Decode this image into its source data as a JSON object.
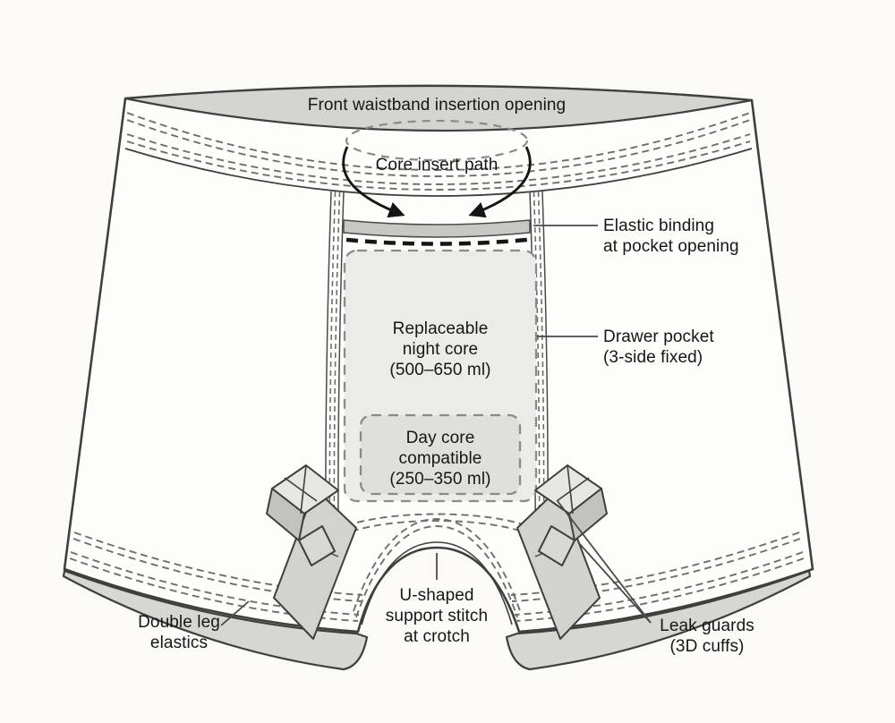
{
  "diagram_title": "Pocketed absorbent boxer-brief construction diagram",
  "labels": {
    "waistband_opening": "Front waistband insertion opening",
    "core_insert_path": "Core insert path",
    "elastic_binding": {
      "line1": "Elastic binding",
      "line2": "at pocket opening"
    },
    "night_core": {
      "line1": "Replaceable",
      "line2": "night core",
      "line3": "(500–650 ml)"
    },
    "drawer_pocket": {
      "line1": "Drawer pocket",
      "line2": "(3-side fixed)"
    },
    "day_core": {
      "line1": "Day core",
      "line2": "compatible",
      "line3": "(250–350 ml)"
    },
    "leg_elastics": {
      "line1": "Double leg",
      "line2": "elastics"
    },
    "support_stitch": {
      "line1": "U-shaped",
      "line2": "support stitch",
      "line3": "at crotch"
    },
    "leak_guards": {
      "line1": "Leak guards",
      "line2": "(3D cuffs)"
    }
  },
  "colors": {
    "background": "#fbfaf7",
    "outline": "#3f3f3f",
    "waistband_fill": "#d4d4d2",
    "body_fill": "#fdfdfc",
    "hem_band_fill": "#d6d6d4",
    "elastic_strip_fill": "#c7c7c5",
    "night_core_fill": "#ebebe9",
    "day_core_fill": "#dfdfdd",
    "leak_guard_fill": "#d2d2d0",
    "stitch_dash": "#6e6e6e",
    "pocket_opening_dash": "#151515",
    "text": "#161616"
  }
}
